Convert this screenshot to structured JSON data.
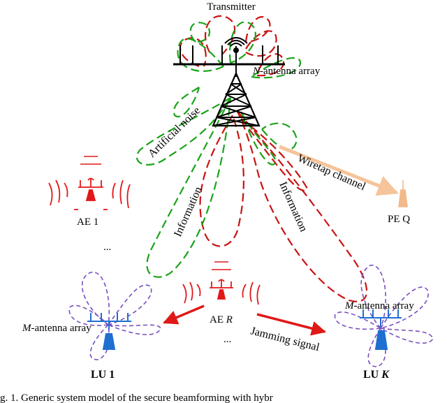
{
  "labels": {
    "transmitter": "Transmitter",
    "n_array_prefix": "N",
    "n_array_suffix": "-antenna array",
    "artificial_noise": "Artificial noise",
    "information_left": "Information",
    "information_right": "Information",
    "wiretap_channel": "Wiretap channel",
    "pe_q": "PE Q",
    "ae_1": "AE 1",
    "ae_r_prefix": "AE ",
    "ae_r_italic": "R",
    "dots_left": "...",
    "dots_bottom": "...",
    "m_array_left_prefix": "M",
    "m_array_left_suffix": "-antenna array",
    "m_array_right_prefix": "M",
    "m_array_right_suffix": "-antenna array",
    "jamming_signal": "Jamming signal",
    "lu_1": "LU 1",
    "lu_k_prefix": "LU ",
    "lu_k_italic": "K",
    "caption": "g. 1.    Generic system model of the secure beamforming with hybr"
  },
  "colors": {
    "noise_beam": "#1aa31a",
    "info_beam": "#c81414",
    "ae_red": "#e01818",
    "jamming_arrow": "#e01818",
    "wiretap_arrow": "#f5c49a",
    "user_blue": "#1f6fd1",
    "user_beam": "#7a4fc0",
    "tower": "#000000",
    "pe_antenna": "#f2b98a"
  },
  "icons": {
    "transmitter": "tower-icon",
    "eavesdropper": "antenna-icon",
    "user": "antenna-icon",
    "passive_eavesdropper": "antenna-icon"
  }
}
